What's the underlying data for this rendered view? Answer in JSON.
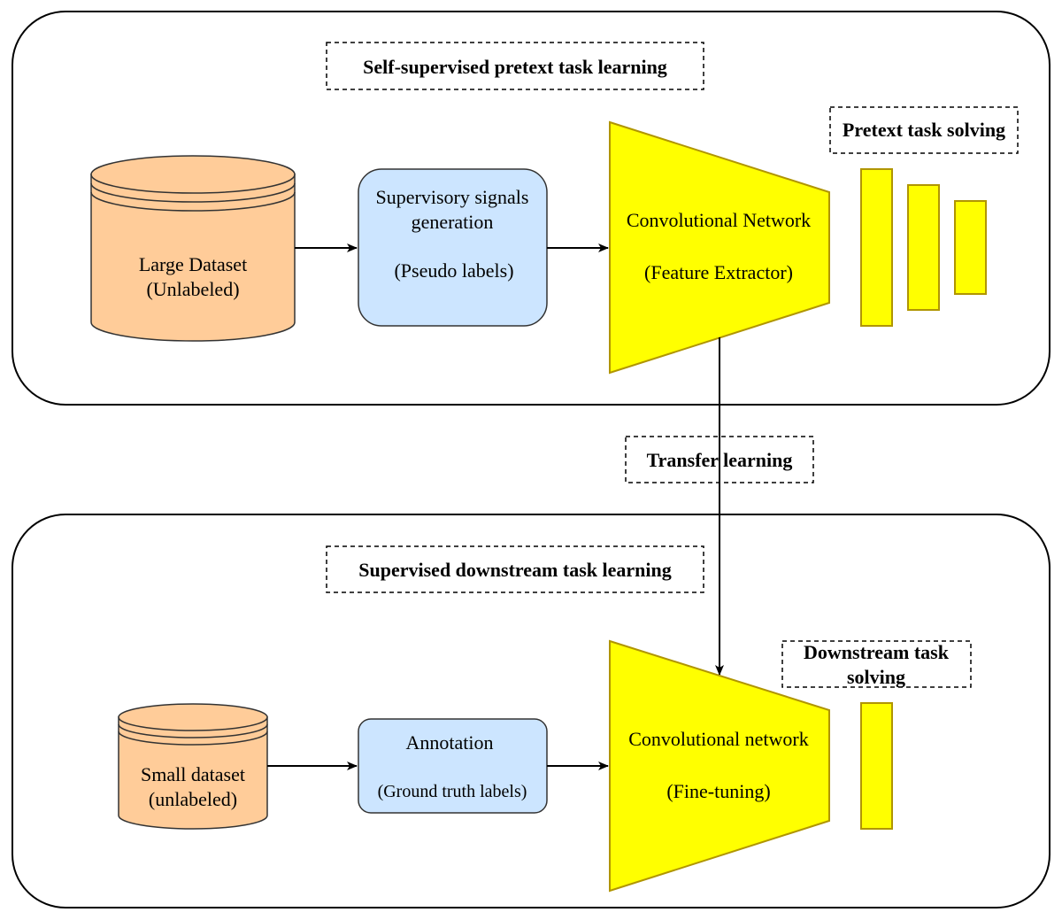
{
  "colors": {
    "dataset_fill": "#ffcc99",
    "process_fill": "#cce5ff",
    "network_fill": "#ffff00",
    "network_stroke": "#b09500",
    "line": "#000000"
  },
  "pretext": {
    "section_title": "Self-supervised pretext task learning",
    "dataset": {
      "line1": "Large Dataset",
      "line2": "(Unlabeled)"
    },
    "signals": {
      "line1": "Supervisory signals",
      "line2": "generation",
      "line3": "(Pseudo labels)"
    },
    "network": {
      "line1": "Convolutional Network",
      "line2": "(Feature Extractor)"
    },
    "task_label": "Pretext task solving"
  },
  "transfer": {
    "label": "Transfer learning"
  },
  "downstream": {
    "section_title": "Supervised downstream task learning",
    "dataset": {
      "line1": "Small dataset",
      "line2": "(unlabeled)"
    },
    "annotation": {
      "line1": "Annotation",
      "line2": "(Ground truth labels)"
    },
    "network": {
      "line1": "Convolutional network",
      "line2": "(Fine-tuning)"
    },
    "task_label": {
      "line1": "Downstream task",
      "line2": "solving"
    }
  }
}
